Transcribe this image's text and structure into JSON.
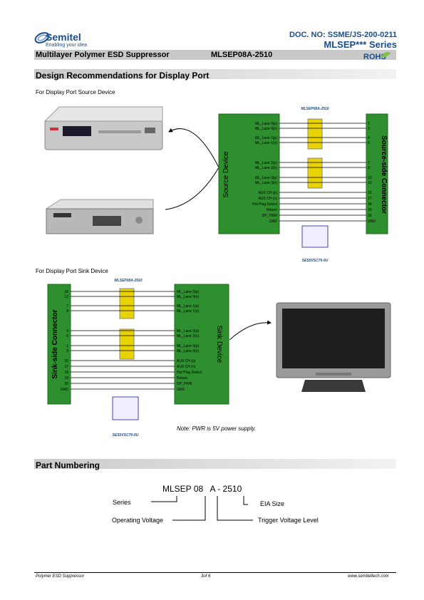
{
  "header": {
    "logo_name": "Semitel",
    "logo_tagline": "Enabling your idea",
    "doc_no": "DOC. NO: SSME/JS-200-0211",
    "series": "MLSEP*** Series",
    "product_title": "Multilayer Polymer ESD Suppressor",
    "part_number": "MLSEP08A-2510",
    "rohs": "ROHS"
  },
  "section1": {
    "title": "Design Recommendations for Display Port",
    "source_caption": "For Display Port Source Device",
    "sink_caption": "For Display Port Sink Device"
  },
  "source_diagram": {
    "chip_label": "MLSEP08A-2510",
    "left_block": "Source Device",
    "right_block": "Source-side Connector",
    "signals": [
      "ML_Lane 0(p)",
      "ML_Lane 0(n)",
      "ML_Lane 1(p)",
      "ML_Lane 1(n)",
      "ML_Lane 2(p)",
      "ML_Lane 2(n)",
      "ML_Lane 3(p)",
      "ML_Lane 3(n)",
      "AUX CH (p)",
      "AUX CH (n)",
      "Hot Plug Detect",
      "Return",
      "DP_PWR",
      "GND"
    ],
    "pins": [
      "1",
      "3",
      "4",
      "6",
      "7",
      "9",
      "10",
      "12",
      "15",
      "17",
      "18",
      "19",
      "20",
      "GND"
    ],
    "tvs_label": "SES5VSC70-6U"
  },
  "sink_diagram": {
    "chip_label": "MLSEP08A-2510",
    "left_block": "Sink-side Connector",
    "right_block": "Sink Device",
    "signals": [
      "ML_Lane 0(p)",
      "ML_Lane 0(n)",
      "ML_Lane 1(p)",
      "ML_Lane 1(n)",
      "ML_Lane 2(p)",
      "ML_Lane 2(n)",
      "ML_Lane 3(p)",
      "ML_Lane 3(n)",
      "AUX CH (p)",
      "AUX CH (n)",
      "Hot Plug Detect",
      "Return",
      "DP_PWR",
      "GND"
    ],
    "pins": [
      "10",
      "12",
      "7",
      "9",
      "4",
      "6",
      "1",
      "3",
      "15",
      "17",
      "18",
      "19",
      "20",
      "GND"
    ],
    "tvs_label": "SES5VSC70-6U",
    "note": "Note: PWR is 5V power supply."
  },
  "section2": {
    "title": "Part Numbering",
    "code_parts": [
      "MLSEP",
      "08",
      "A",
      "-",
      "2510"
    ],
    "labels": {
      "series": "Series",
      "operating_voltage": "Operating Voltage",
      "eia_size": "EIA Size",
      "trigger_voltage": "Trigger Voltage Level"
    }
  },
  "footer": {
    "left": "Polymer ESD Suppressor",
    "center": "3of 6",
    "right": "www.semiteltech.com"
  },
  "colors": {
    "brand": "#1a4d8c",
    "green_block": "#2d8f2d",
    "chip_yellow": "#e8d200"
  }
}
